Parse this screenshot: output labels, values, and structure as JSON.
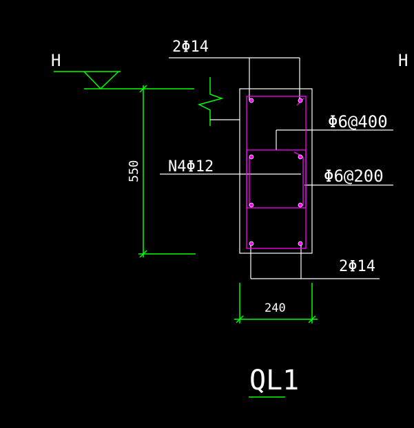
{
  "colors": {
    "background": "#000000",
    "white": "#ffffff",
    "green": "#00ff00",
    "magenta": "#ff00ff"
  },
  "drawing": {
    "level_mark_left": "H",
    "level_mark_right": "H",
    "top_bars": "2Φ14",
    "stirrup_outer": "Φ6@400",
    "side_bars": "N4Φ12",
    "stirrup_inner": "Φ6@200",
    "bottom_bars": "2Φ14",
    "height_dim": "550",
    "width_dim": "240",
    "section_title": "QL1"
  }
}
